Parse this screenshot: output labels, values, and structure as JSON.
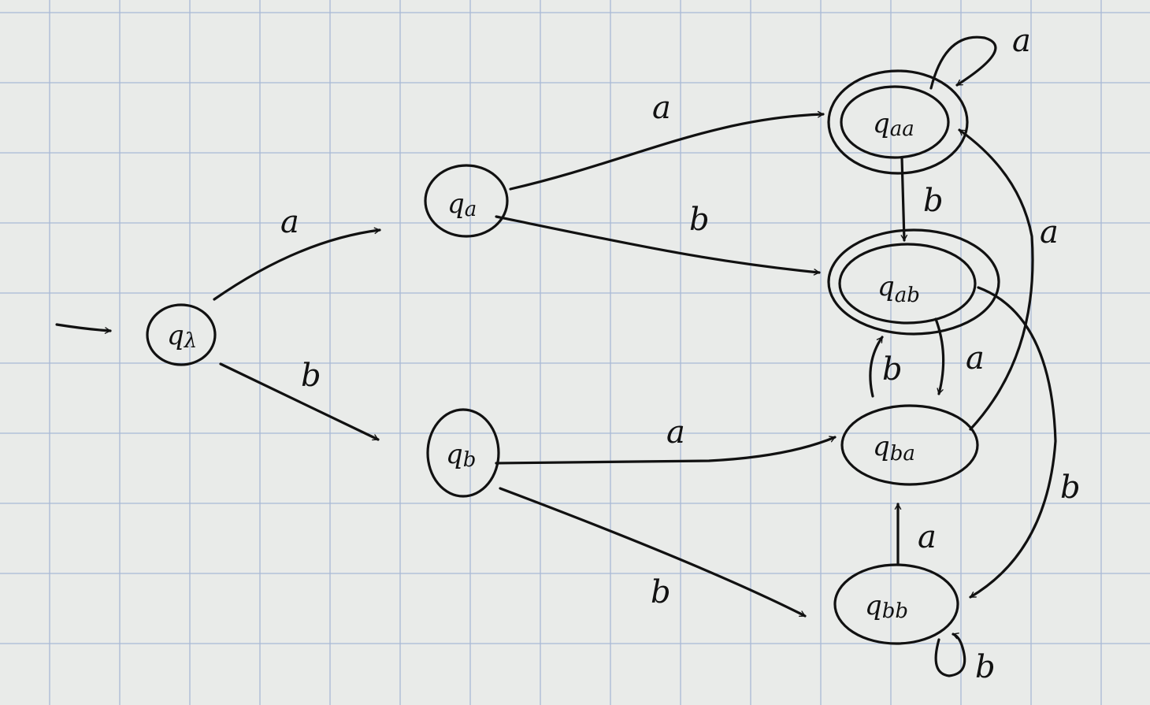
{
  "colors": {
    "paper": "#e9ebe9",
    "grid": "#a9b9d6",
    "ink": "#111111"
  },
  "states": {
    "q_lambda": {
      "name": "q",
      "sub": "λ",
      "accepting": false,
      "initial": true
    },
    "q_a": {
      "name": "q",
      "sub": "a",
      "accepting": false
    },
    "q_b": {
      "name": "q",
      "sub": "b",
      "accepting": false
    },
    "q_aa": {
      "name": "q",
      "sub": "aa",
      "accepting": true
    },
    "q_ab": {
      "name": "q",
      "sub": "ab",
      "accepting": true
    },
    "q_ba": {
      "name": "q",
      "sub": "ba",
      "accepting": false
    },
    "q_bb": {
      "name": "q",
      "sub": "bb",
      "accepting": false
    }
  },
  "transitions": {
    "lambda_a": {
      "from": "q_lambda",
      "to": "q_a",
      "symbol": "a"
    },
    "lambda_b": {
      "from": "q_lambda",
      "to": "q_b",
      "symbol": "b"
    },
    "a_aa": {
      "from": "q_a",
      "to": "q_aa",
      "symbol": "a"
    },
    "a_ab": {
      "from": "q_a",
      "to": "q_ab",
      "symbol": "b"
    },
    "b_ba": {
      "from": "q_b",
      "to": "q_ba",
      "symbol": "a"
    },
    "b_bb": {
      "from": "q_b",
      "to": "q_bb",
      "symbol": "b"
    },
    "aa_aa": {
      "from": "q_aa",
      "to": "q_aa",
      "symbol": "a"
    },
    "aa_ab": {
      "from": "q_aa",
      "to": "q_ab",
      "symbol": "b"
    },
    "ab_ba": {
      "from": "q_ab",
      "to": "q_ba",
      "symbol": "a"
    },
    "ab_bb": {
      "from": "q_ab",
      "to": "q_bb",
      "symbol": "b"
    },
    "ba_aa": {
      "from": "q_ba",
      "to": "q_aa",
      "symbol": "a"
    },
    "ba_ab": {
      "from": "q_ba",
      "to": "q_ab",
      "symbol": "b"
    },
    "bb_ba": {
      "from": "q_bb",
      "to": "q_ba",
      "symbol": "a"
    },
    "bb_bb": {
      "from": "q_bb",
      "to": "q_bb",
      "symbol": "b"
    }
  }
}
